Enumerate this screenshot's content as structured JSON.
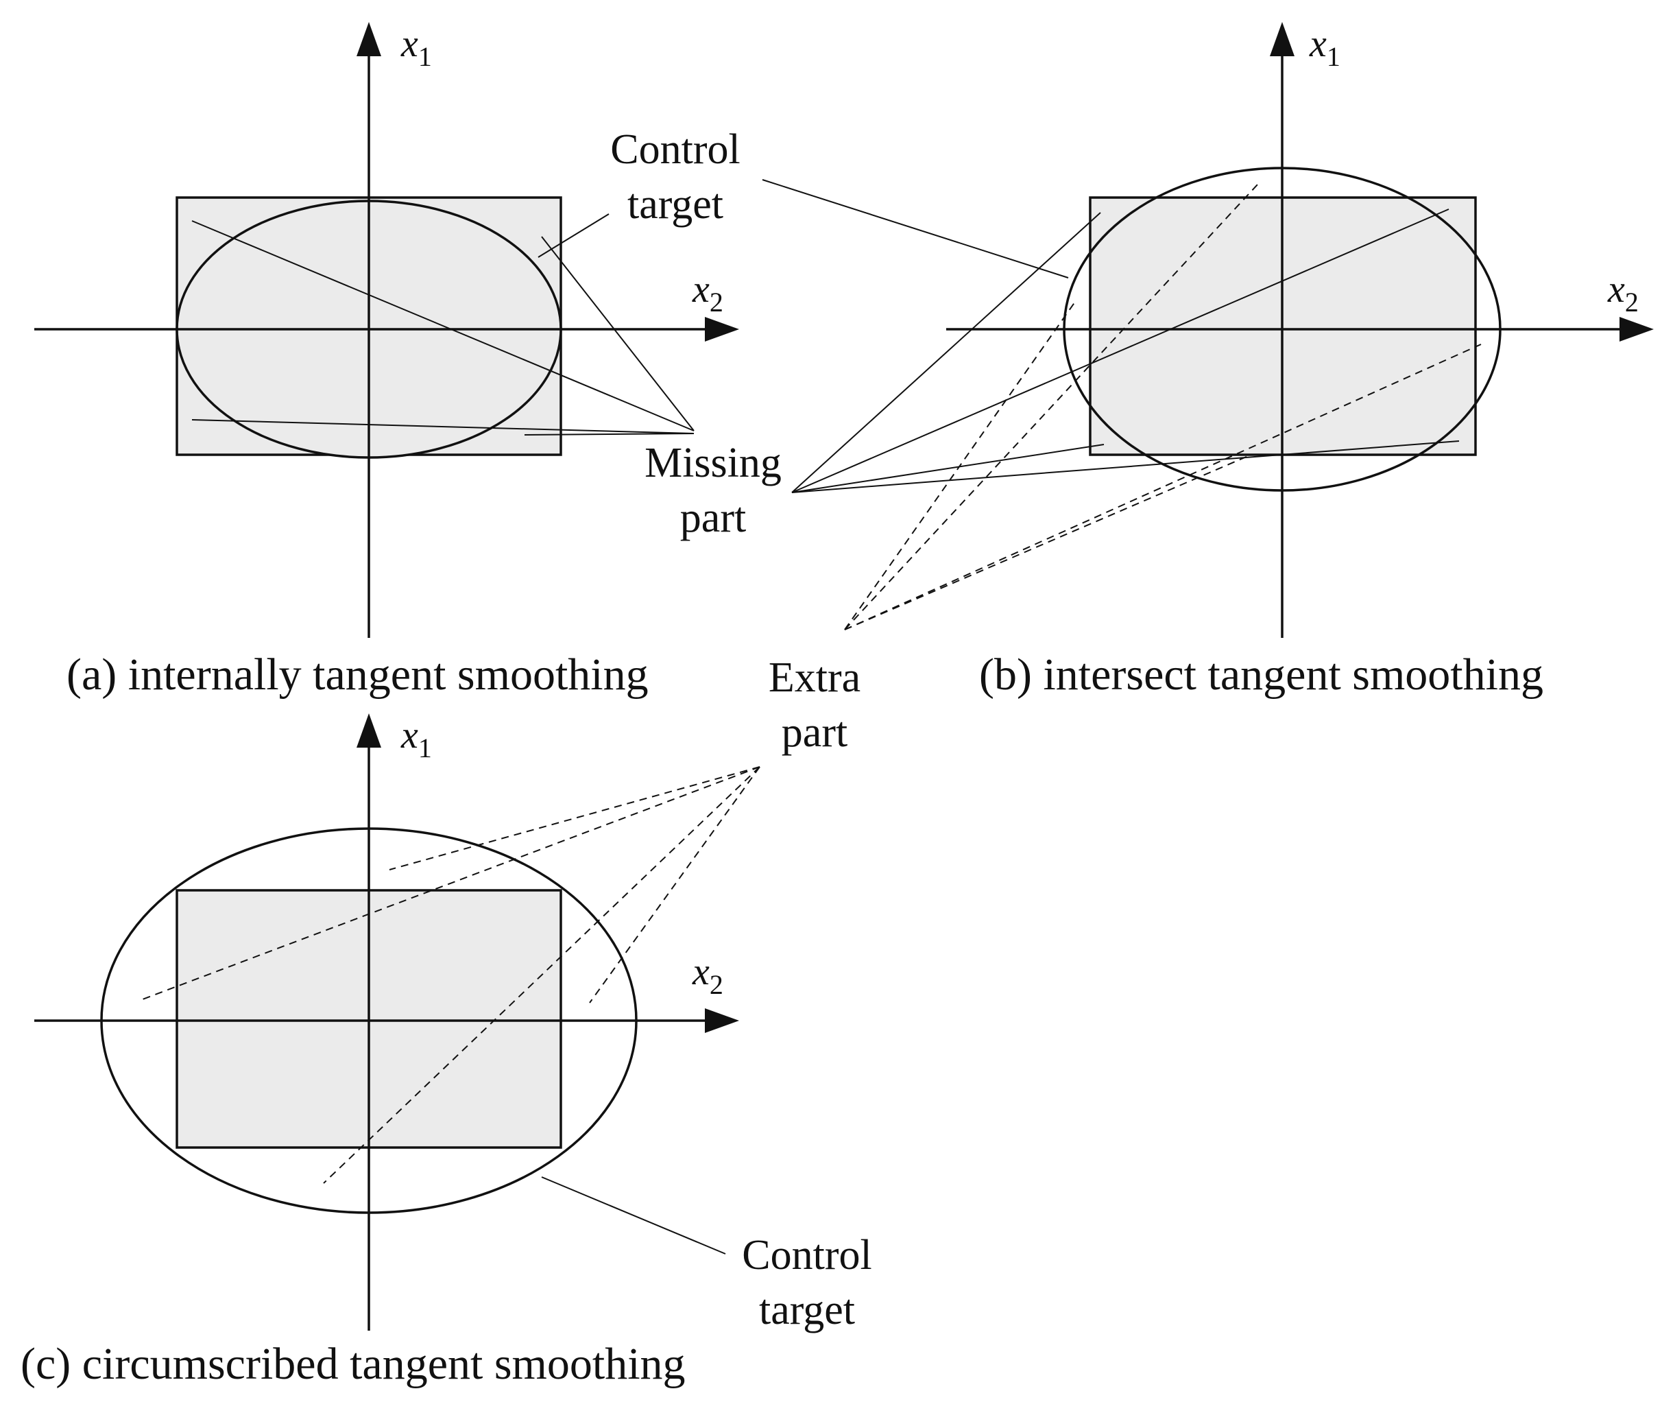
{
  "colors": {
    "stroke": "#111111",
    "region_fill": "#ebebeb",
    "background": "#ffffff"
  },
  "axis_labels": {
    "vertical": {
      "var": "x",
      "index": "1"
    },
    "horizontal": {
      "var": "x",
      "index": "2"
    }
  },
  "labels": {
    "control_target_top": [
      "Control",
      "target"
    ],
    "control_target_bottom": [
      "Control",
      "target"
    ],
    "missing_part": [
      "Missing",
      "part"
    ],
    "extra_part": [
      "Extra",
      "part"
    ]
  },
  "captions": {
    "a": "(a) internally tangent smoothing",
    "b": "(b) intersect tangent smoothing",
    "c": "(c) circumscribed tangent smoothing"
  }
}
